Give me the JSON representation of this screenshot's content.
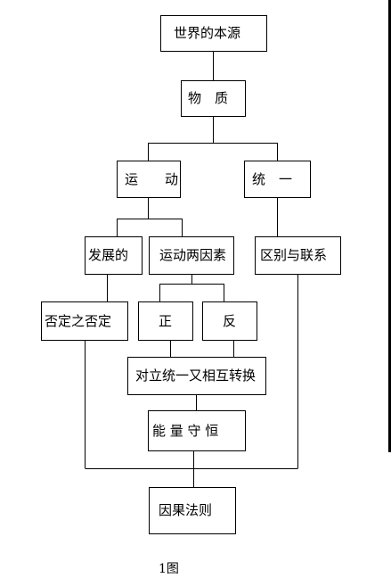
{
  "nodes": {
    "world_origin": "世界的本源",
    "matter": "物　质",
    "motion": "运　　动",
    "unity": "统　一",
    "development": "发展的",
    "two_factors": "运动两因素",
    "distinction": "区别与联系",
    "negation": "否定之否定",
    "positive": "正",
    "negative": "反",
    "unity_opposites": "对立统一又相互转换",
    "energy": "能 量 守 恒",
    "causality": "因果法则"
  },
  "caption": "1图"
}
